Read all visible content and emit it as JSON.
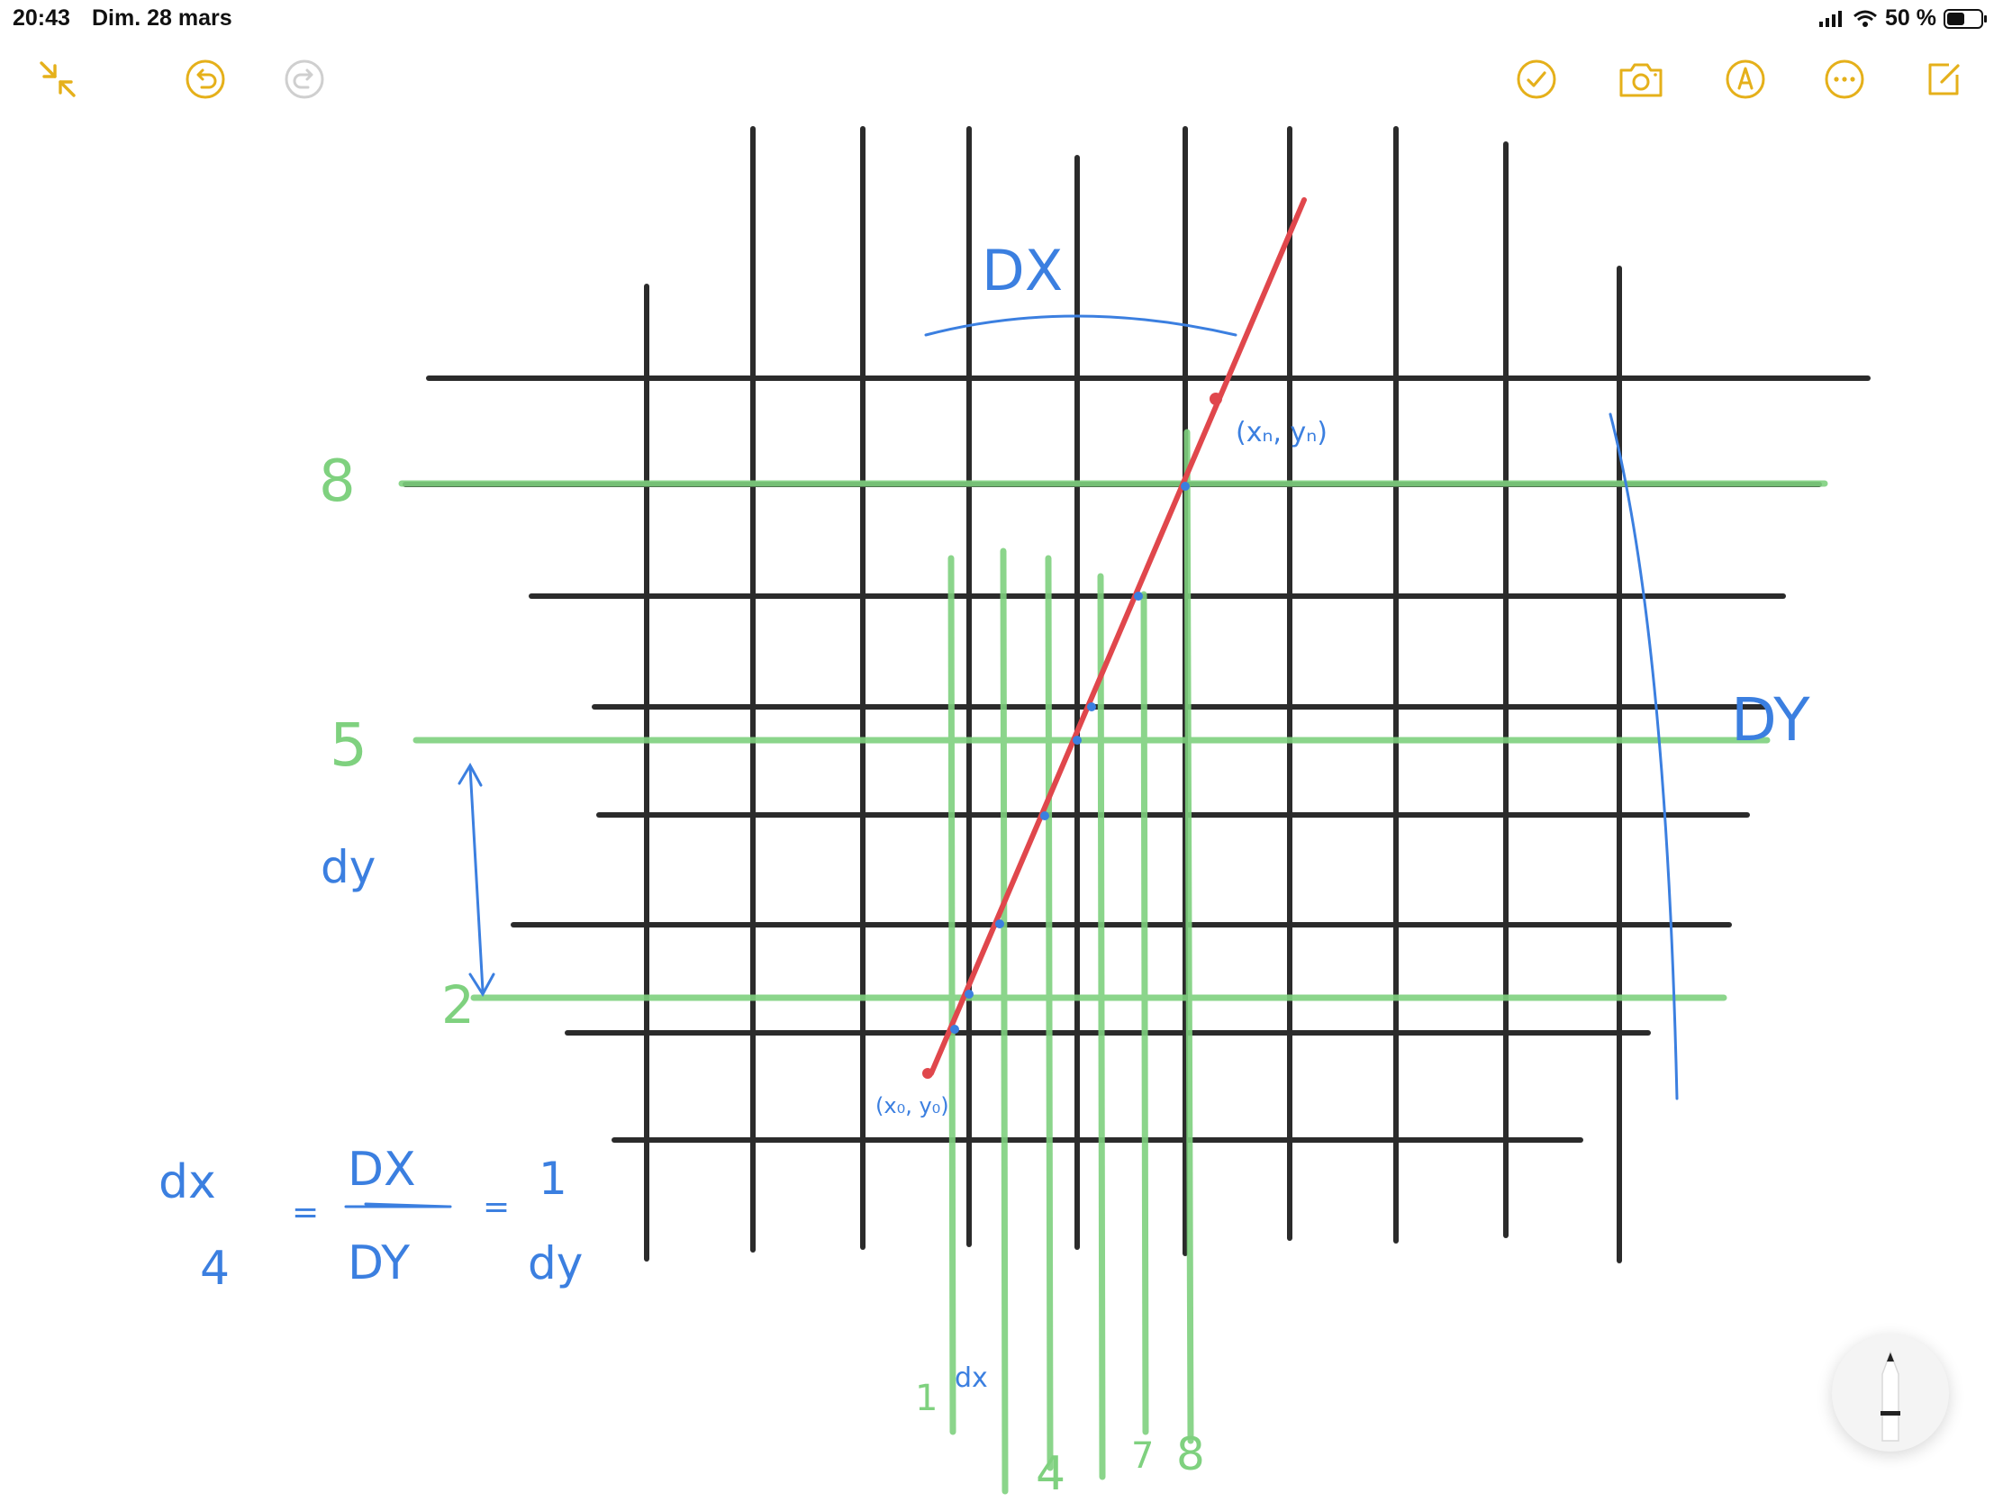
{
  "status_bar": {
    "time": "20:43",
    "date": "Dim. 28 mars",
    "battery": "50 %"
  },
  "toolbar": {
    "left_icons": [
      "collapse-icon",
      "undo-icon",
      "redo-icon"
    ],
    "right_icons": [
      "checkmark-icon",
      "camera-icon",
      "markup-icon",
      "more-icon",
      "compose-icon"
    ],
    "accent_color": "#E5B01A",
    "disabled_color": "#CFCFCF"
  },
  "drawing": {
    "ink_colors": {
      "grid": "#1a1a1a",
      "highlight": "#7fd17f",
      "line": "#e0474c",
      "annotation": "#3b7fe0"
    },
    "labels": {
      "DX_top": "DX",
      "DY_right": "DY",
      "row_8": "8",
      "row_5": "5",
      "row_2": "2",
      "dy_left": "dy",
      "end_point": "(xₙ, yₙ)",
      "start_point": "(x₀, y₀)",
      "col_1": "1",
      "col_4": "4",
      "col_7": "7",
      "col_8": "8",
      "dx_bottom": "dx",
      "formula_lhs_num": "dx",
      "formula_lhs_den": "4",
      "formula_mid_num": "DX",
      "formula_mid_den": "DY",
      "formula_rhs_num": "1",
      "formula_rhs_den": "dy",
      "equals": "="
    }
  },
  "pencil_tool": {
    "icon": "pencil-icon"
  }
}
